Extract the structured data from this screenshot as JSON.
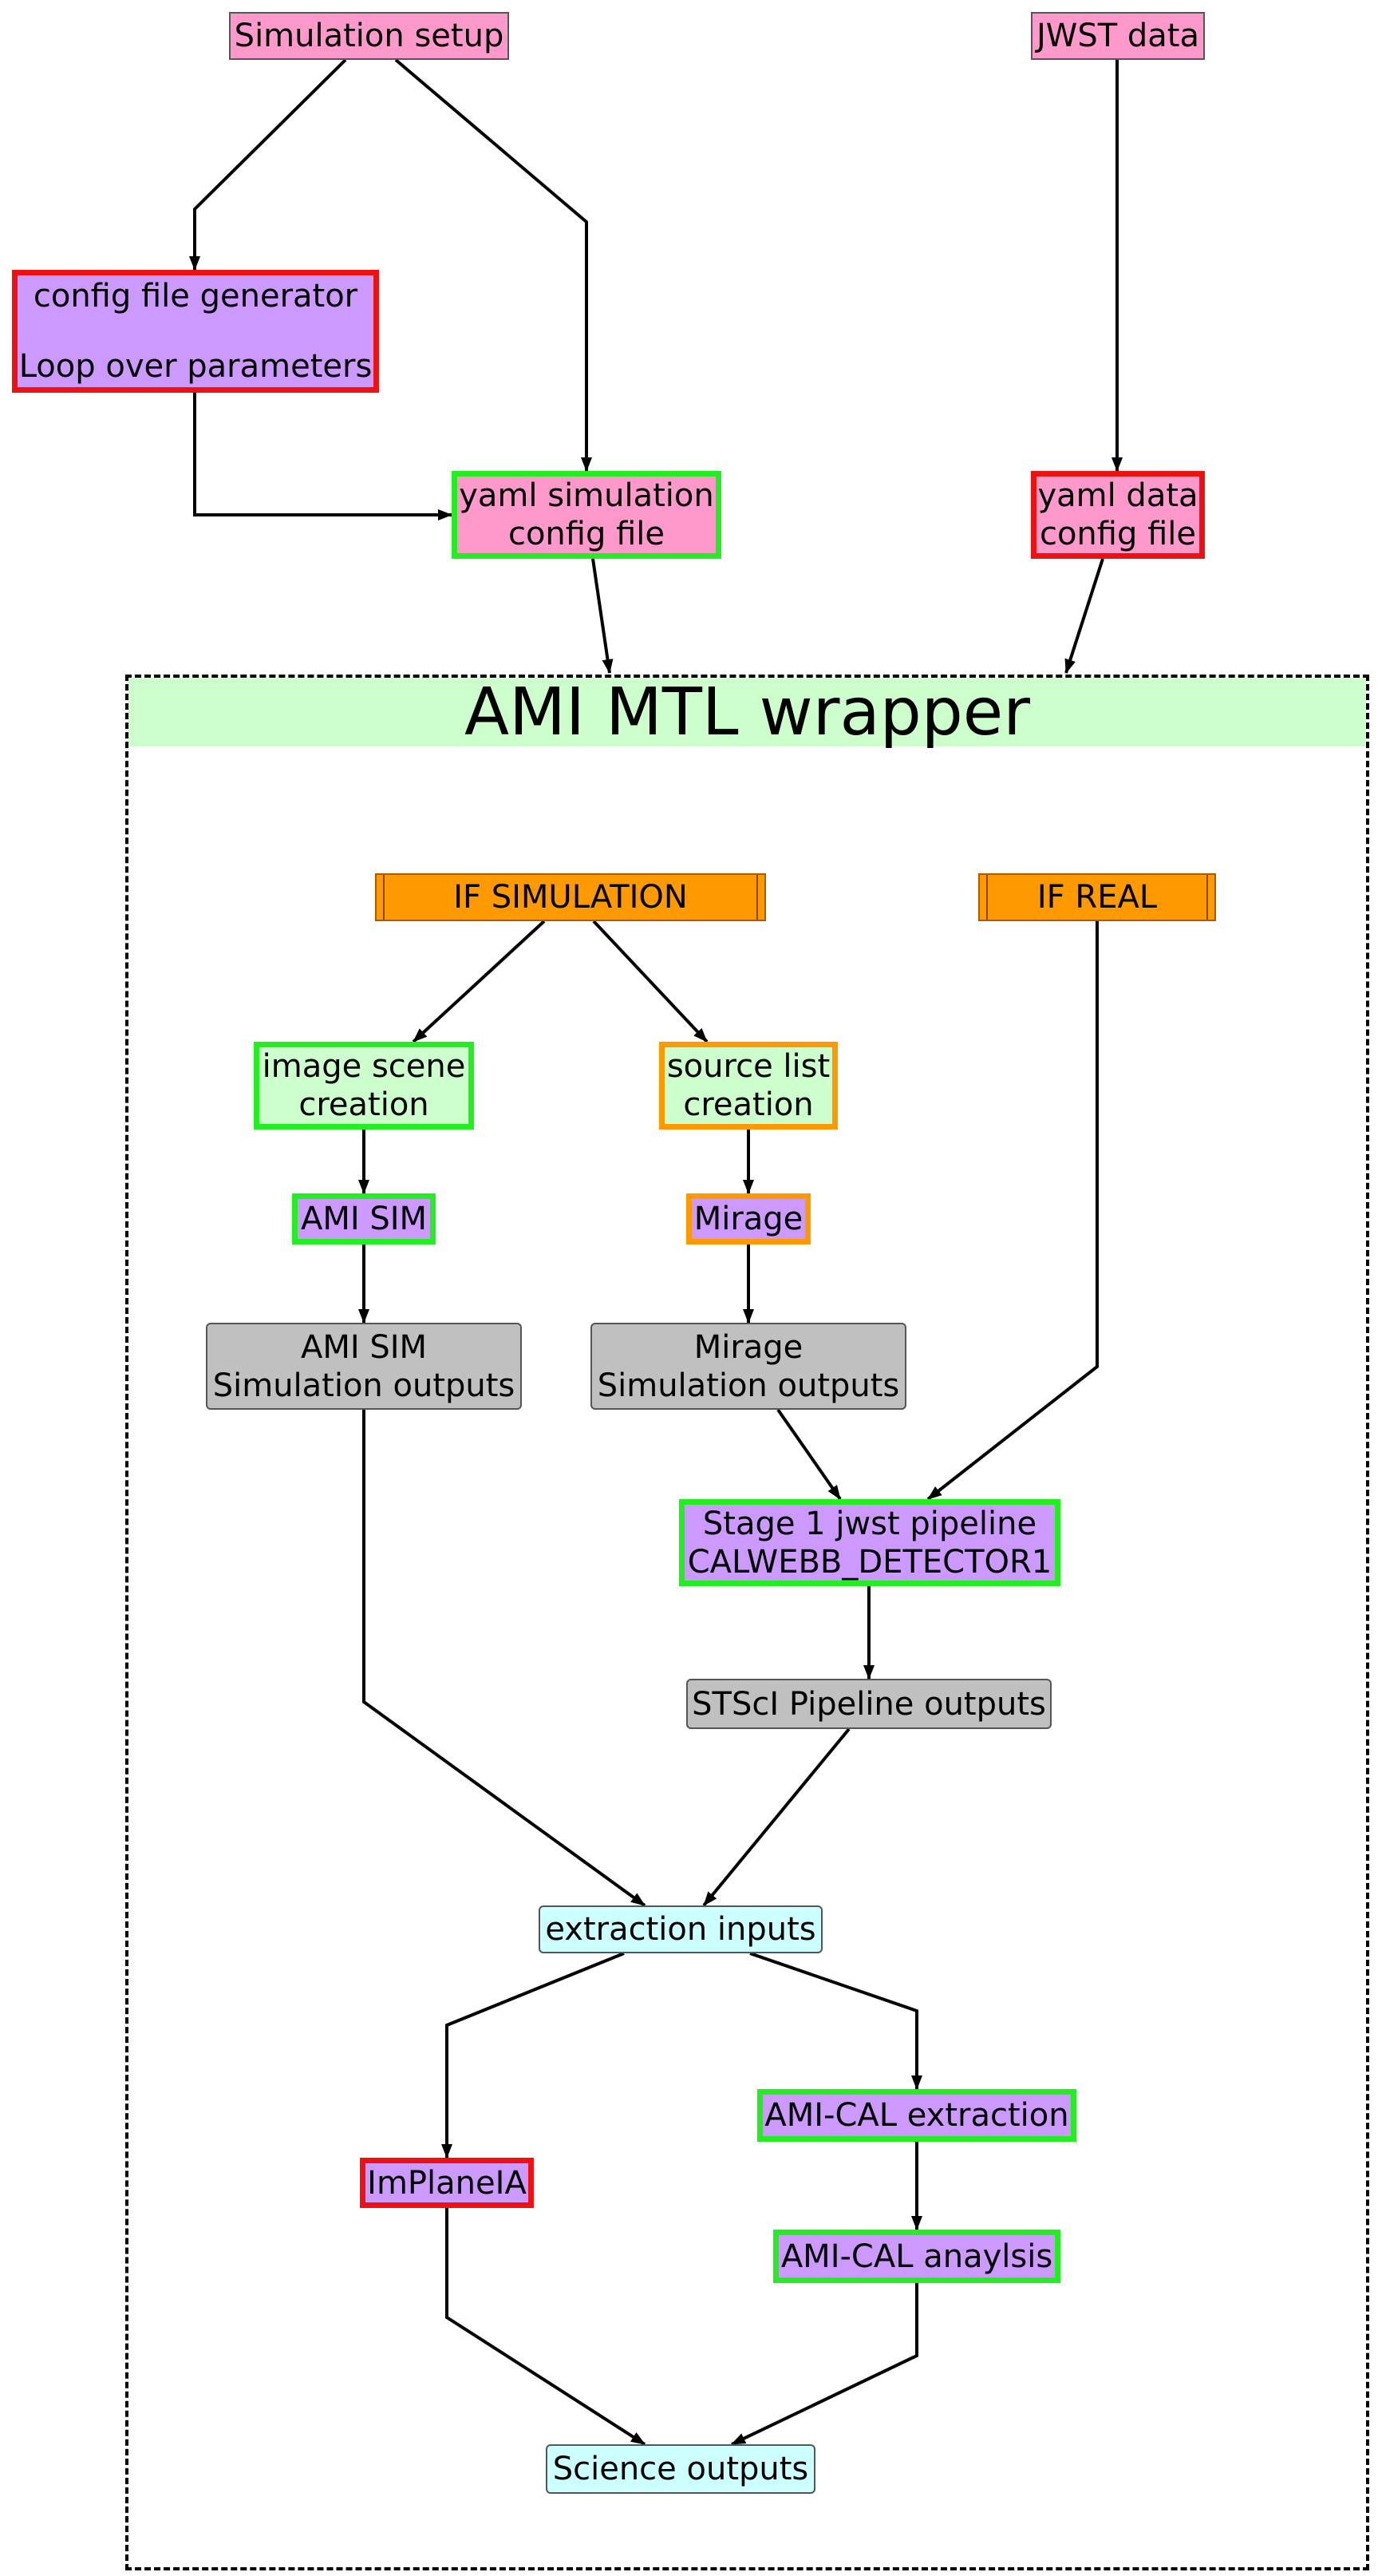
{
  "nodes": {
    "simulation_setup": "Simulation setup",
    "jwst_data": "JWST data",
    "config_generator": [
      "config file generator",
      "",
      "Loop over parameters"
    ],
    "yaml_simulation": [
      "yaml simulation",
      "config file"
    ],
    "yaml_data": [
      "yaml data",
      "config file"
    ],
    "wrapper_title": "AMI MTL wrapper",
    "if_simulation": "IF SIMULATION",
    "if_real": "IF REAL",
    "image_scene": [
      "image scene",
      "creation"
    ],
    "source_list": [
      "source list",
      "creation"
    ],
    "ami_sim": "AMI SIM",
    "mirage": "Mirage",
    "ami_sim_outputs": [
      "AMI SIM",
      "Simulation outputs"
    ],
    "mirage_outputs": [
      "Mirage",
      "Simulation outputs"
    ],
    "stage1": [
      "Stage 1 jwst pipeline",
      "CALWEBB_DETECTOR1"
    ],
    "stsci_outputs": "STScI Pipeline outputs",
    "extraction_inputs": "extraction inputs",
    "implaneia": "ImPlaneIA",
    "amical_extraction": "AMI-CAL extraction",
    "amical_analysis": "AMI-CAL anaylsis",
    "science_outputs": "Science outputs"
  },
  "colors": {
    "pink": "#ff99cc",
    "purple": "#cc99ff",
    "light_green": "#ccffcc",
    "gray": "#c0c0c0",
    "cyan": "#ccffff",
    "orange": "#ff9900",
    "red_border": "#ee1111",
    "green_border": "#22ee22"
  }
}
